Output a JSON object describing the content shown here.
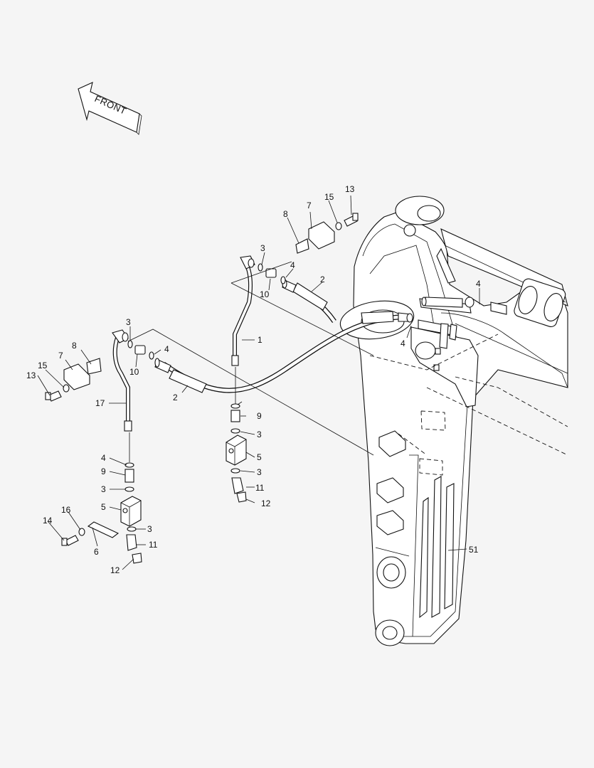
{
  "direction_arrow": {
    "text": "FRONT"
  },
  "callouts": [
    {
      "id": "c13a",
      "text": "13"
    },
    {
      "id": "c15a",
      "text": "15"
    },
    {
      "id": "c7a",
      "text": "7"
    },
    {
      "id": "c8a",
      "text": "8"
    },
    {
      "id": "c3a",
      "text": "3"
    },
    {
      "id": "c4a",
      "text": "4"
    },
    {
      "id": "c10a",
      "text": "10"
    },
    {
      "id": "c2a",
      "text": "2"
    },
    {
      "id": "c1",
      "text": "1"
    },
    {
      "id": "c4b",
      "text": "4"
    },
    {
      "id": "c4c",
      "text": "4"
    },
    {
      "id": "c3b",
      "text": "3"
    },
    {
      "id": "c4d",
      "text": "4"
    },
    {
      "id": "c10b",
      "text": "10"
    },
    {
      "id": "c8b",
      "text": "8"
    },
    {
      "id": "c7b",
      "text": "7"
    },
    {
      "id": "c15b",
      "text": "15"
    },
    {
      "id": "c13b",
      "text": "13"
    },
    {
      "id": "c2b",
      "text": "2"
    },
    {
      "id": "c17",
      "text": "17"
    },
    {
      "id": "c4e",
      "text": "4"
    },
    {
      "id": "c9a",
      "text": "9"
    },
    {
      "id": "c3c",
      "text": "3"
    },
    {
      "id": "c9b",
      "text": "9"
    },
    {
      "id": "c3d",
      "text": "3"
    },
    {
      "id": "c5a",
      "text": "5"
    },
    {
      "id": "c3e",
      "text": "3"
    },
    {
      "id": "c11a",
      "text": "11"
    },
    {
      "id": "c12a",
      "text": "12"
    },
    {
      "id": "c5b",
      "text": "5"
    },
    {
      "id": "c3f",
      "text": "3"
    },
    {
      "id": "c16",
      "text": "16"
    },
    {
      "id": "c14",
      "text": "14"
    },
    {
      "id": "c6",
      "text": "6"
    },
    {
      "id": "c11b",
      "text": "11"
    },
    {
      "id": "c12b",
      "text": "12"
    },
    {
      "id": "c51",
      "text": "51"
    }
  ]
}
